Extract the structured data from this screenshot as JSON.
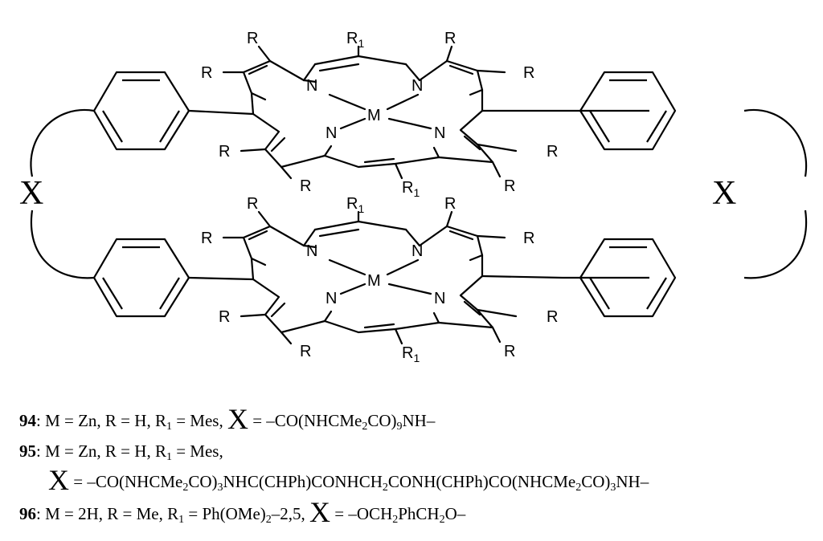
{
  "structure": {
    "atom_N": "N",
    "atom_M": "M",
    "sub_R": "R",
    "sub_R1": "R",
    "sub_R1_index": "1",
    "linker": "X"
  },
  "compounds": [
    {
      "number": "94",
      "desc": ": M = Zn, R = H, R",
      "r1_sub": "1",
      "r1_value": " = Mes, ",
      "x_symbol": "X",
      "x_parts": [
        " = –CO(NHCMe",
        "2",
        "CO)",
        "9",
        "NH–"
      ]
    },
    {
      "number": "95",
      "desc": ": M = Zn, R = H, R",
      "r1_sub": "1",
      "r1_value": " = Mes,",
      "x_symbol": "X",
      "x_parts": [
        " = –CO(NHCMe",
        "2",
        "CO)",
        "3",
        "NHC(CHPh)CONHCH",
        "2",
        "CONH(CHPh)CO(NHCMe",
        "2",
        "CO)",
        "3",
        "NH–"
      ]
    },
    {
      "number": "96",
      "desc": ": M = 2H, R = Me, R",
      "r1_sub": "1",
      "r1_value": " = Ph(OMe)",
      "r1_value_sub": "2",
      "r1_value_tail": "–2,5, ",
      "x_symbol": "X",
      "x_parts": [
        " = –OCH",
        "2",
        "PhCH",
        "2",
        "O–"
      ]
    }
  ]
}
